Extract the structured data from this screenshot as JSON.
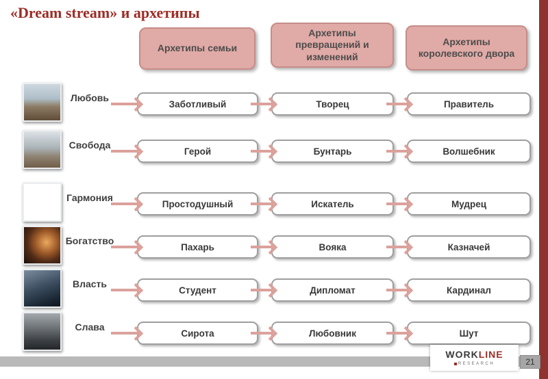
{
  "slide": {
    "title": "«Dream stream» и архетипы",
    "page_number": "21"
  },
  "headers": [
    {
      "label": "Архетипы семьи"
    },
    {
      "label": "Архетипы превращений и изменений"
    },
    {
      "label": "Архетипы королевского двора"
    }
  ],
  "rows": [
    {
      "label": "Любовь",
      "photo": "man-resting-on-beach-chair",
      "cells": [
        "Заботливый",
        "Творец",
        "Правитель"
      ]
    },
    {
      "label": "Свобода",
      "photo": "person-on-deck-chair",
      "cells": [
        "Герой",
        "Бунтарь",
        "Волшебник"
      ]
    },
    {
      "label": "Гармония",
      "photo": "man-at-piano",
      "cells": [
        "Простодушный",
        "Искатель",
        "Мудрец"
      ]
    },
    {
      "label": "Богатство",
      "photo": "people-by-fireplace",
      "cells": [
        "Пахарь",
        "Вояка",
        "Казначей"
      ]
    },
    {
      "label": "Власть",
      "photo": "businessman-at-desk",
      "cells": [
        "Студент",
        "Дипломат",
        "Кардинал"
      ]
    },
    {
      "label": "Слава",
      "photo": "group-black-and-white",
      "cells": [
        "Сирота",
        "Любовник",
        "Шут"
      ]
    }
  ],
  "footer": {
    "logo_work": "WORK",
    "logo_line": "LINE",
    "logo_research": "RESEARCH"
  },
  "colors": {
    "title_red": "#9c2d26",
    "header_fill": "#e0aaa6",
    "header_border": "#c68d89",
    "arrow": "#dca19b",
    "box_border": "#9e9e9e",
    "sidebar_red": "#8e332f",
    "footer_gray": "#b9b9b9"
  }
}
